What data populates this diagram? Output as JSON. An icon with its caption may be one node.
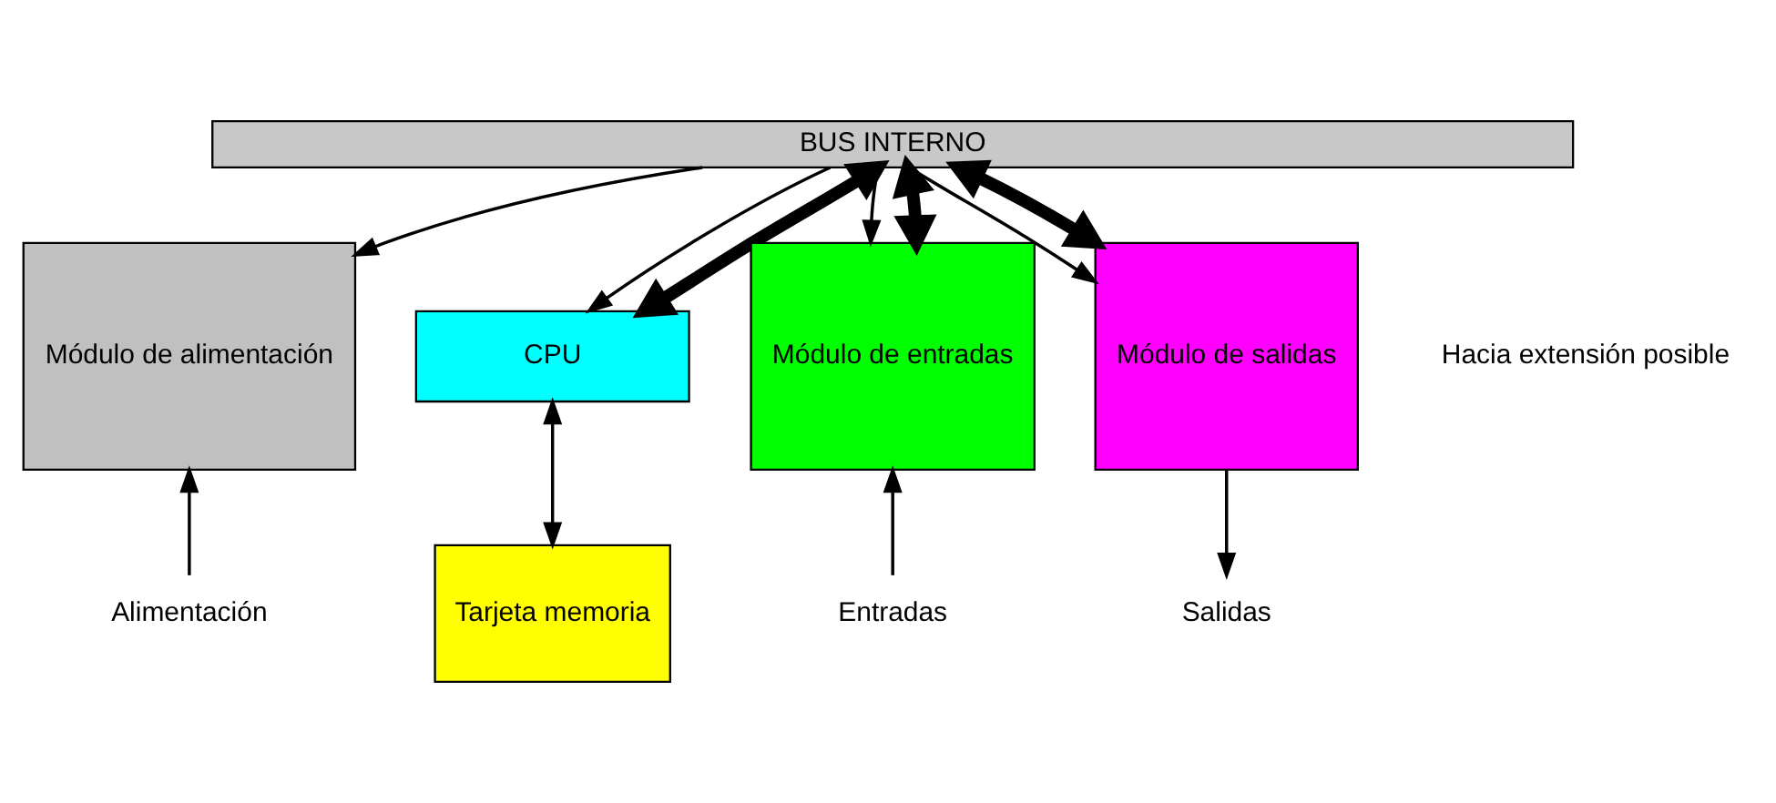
{
  "diagram": {
    "nodes": [
      {
        "text": [
          "BUS INTERNO"
        ]
      },
      {
        "text": [
          "Módulo de alimentación"
        ]
      },
      {
        "text": [
          "CPU"
        ]
      },
      {
        "text": [
          "Tarjeta memoria"
        ]
      },
      {
        "text": [
          "Módulo de entradas"
        ]
      },
      {
        "text": [
          "Módulo de salidas"
        ]
      },
      {
        "text": [
          "Alimentación"
        ]
      },
      {
        "text": [
          "Entradas"
        ]
      },
      {
        "text": [
          "Salidas"
        ]
      }
    ],
    "edges": [
      {
        "from": 0,
        "to": 1,
        "arrow": "to"
      },
      {
        "from": 0,
        "to": 2,
        "arrow": "to"
      },
      {
        "from": 0,
        "to": 4,
        "arrow": "to"
      },
      {
        "from": 0,
        "to": 5,
        "arrow": "to"
      },
      {
        "from": 0,
        "to": 2,
        "arrow": "both",
        "style": "thick"
      },
      {
        "from": 0,
        "to": 4,
        "arrow": "both",
        "style": "thick"
      },
      {
        "from": 0,
        "to": 5,
        "arrow": "both",
        "style": "thick"
      },
      {
        "from": 2,
        "to": 3,
        "arrow": "both"
      },
      {
        "from": 6,
        "to": 1,
        "arrow": "to"
      },
      {
        "from": 7,
        "to": 4,
        "arrow": "to"
      },
      {
        "from": 5,
        "to": 8,
        "arrow": "to"
      }
    ],
    "labels": [
      "Hacia extensión posible"
    ]
  }
}
